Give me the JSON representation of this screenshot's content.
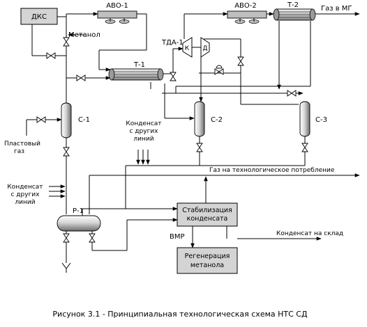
{
  "labels": {
    "dks": "ДКС",
    "avo1": "АВО-1",
    "avo2": "АВО-2",
    "t2": "Т-2",
    "gas_mg": "Газ в МГ",
    "methanol": "Метанол",
    "tda": "ТДА-1",
    "k": "К",
    "d": "Д",
    "t1": "Т-1",
    "c1": "С-1",
    "c2": "С-2",
    "c3": "С-3",
    "plast_gas_1": "Пластовый",
    "plast_gas_2": "газ",
    "cond_other_top_1": "Конденсат",
    "cond_other_top_2": "с других",
    "cond_other_top_3": "линий",
    "gas_tech": "Газ на технологическое потребление",
    "cond_other_left_1": "Конденсат",
    "cond_other_left_2": "с других",
    "cond_other_left_3": "линий",
    "r1": "Р-1",
    "stab_1": "Стабилизация",
    "stab_2": "конденсата",
    "cond_store": "Конденсат на склад",
    "vmr": "ВМР",
    "regen_1": "Регенерация",
    "regen_2": "метанола"
  },
  "caption": "Рисунок 3.1 - Принципиальная технологическая схема НТС  СД"
}
